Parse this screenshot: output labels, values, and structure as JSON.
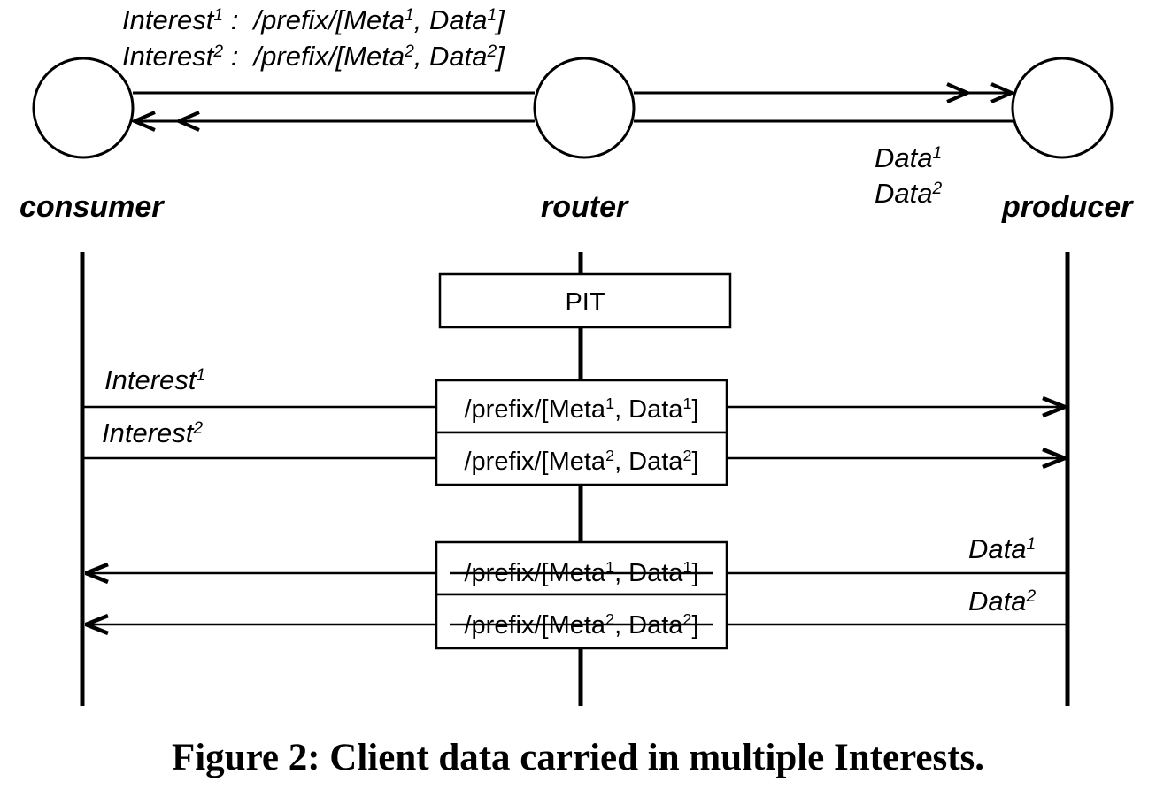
{
  "nodes": {
    "consumer": "consumer",
    "router": "router",
    "producer": "producer"
  },
  "top": {
    "interest1": {
      "word": "Interest",
      "sup": "1",
      "colon": " :  ",
      "name_pre": "/prefix/[Meta",
      "sup_a": "1",
      "mid": ", Data",
      "sup_b": "1",
      "end": "]"
    },
    "interest2": {
      "word": "Interest",
      "sup": "2",
      "colon": " :  ",
      "name_pre": "/prefix/[Meta",
      "sup_a": "2",
      "mid": ", Data",
      "sup_b": "2",
      "end": "]"
    },
    "data1": {
      "word": "Data",
      "sup": "1"
    },
    "data2": {
      "word": "Data",
      "sup": "2"
    }
  },
  "pit": {
    "label": "PIT"
  },
  "sequence": {
    "interest1_label": {
      "word": "Interest",
      "sup": "1"
    },
    "interest2_label": {
      "word": "Interest",
      "sup": "2"
    },
    "entry1": {
      "pre": "/prefix/[Meta",
      "sup_a": "1",
      "mid": ", Data",
      "sup_b": "1",
      "end": "]"
    },
    "entry2": {
      "pre": "/prefix/[Meta",
      "sup_a": "2",
      "mid": ", Data",
      "sup_b": "2",
      "end": "]"
    },
    "consumed1": {
      "pre": "/prefix/[Meta",
      "sup_a": "1",
      "mid": ", Data",
      "sup_b": "1",
      "end": "]"
    },
    "consumed2": {
      "pre": "/prefix/[Meta",
      "sup_a": "2",
      "mid": ", Data",
      "sup_b": "2",
      "end": "]"
    },
    "data1_label": {
      "word": "Data",
      "sup": "1"
    },
    "data2_label": {
      "word": "Data",
      "sup": "2"
    }
  },
  "caption": "Figure 2: Client data carried in multiple Interests."
}
